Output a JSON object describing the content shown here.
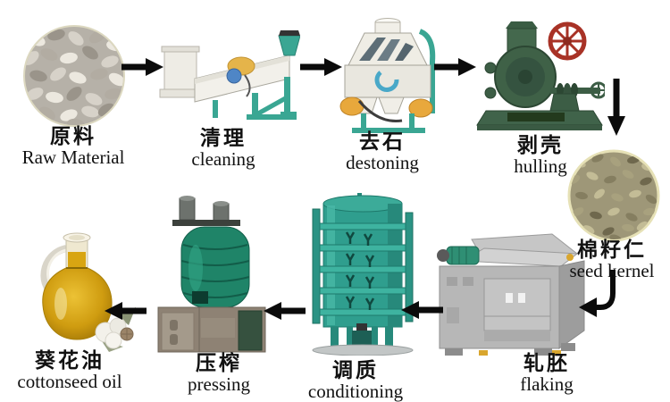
{
  "diagram": {
    "subject": "cottonseed oil processing flow",
    "background": "#ffffff",
    "arrow_color": "#0b0b0b",
    "colors": {
      "machine_teal": "#3aa693",
      "husker_green": "#40634a",
      "flywheel_red": "#a83226",
      "flaker_gray": "#b7b7b7",
      "tower_teal": "#2f9e8e",
      "press_green": "#1f8468",
      "press_base_brown": "#8e8274",
      "oil_gold": "#cf9c10",
      "raw_seed_gray": "#b6b1a8",
      "kernel_olive": "#9e9778"
    }
  },
  "steps": [
    {
      "id": "raw-material",
      "zh": "原料",
      "en": "Raw Material"
    },
    {
      "id": "cleaning",
      "zh": "清理",
      "en": "cleaning"
    },
    {
      "id": "destoning",
      "zh": "去石",
      "en": "destoning"
    },
    {
      "id": "hulling",
      "zh": "剥壳",
      "en": "hulling"
    },
    {
      "id": "seed-kernel",
      "zh": "棉籽仁",
      "en": "seed kernel"
    },
    {
      "id": "flaking",
      "zh": "轧胚",
      "en": "flaking"
    },
    {
      "id": "conditioning",
      "zh": "调质",
      "en": "conditioning"
    },
    {
      "id": "pressing",
      "zh": "压榨",
      "en": "pressing"
    },
    {
      "id": "cottonseed-oil",
      "zh": "葵花油",
      "en": "cottonseed oil"
    }
  ]
}
